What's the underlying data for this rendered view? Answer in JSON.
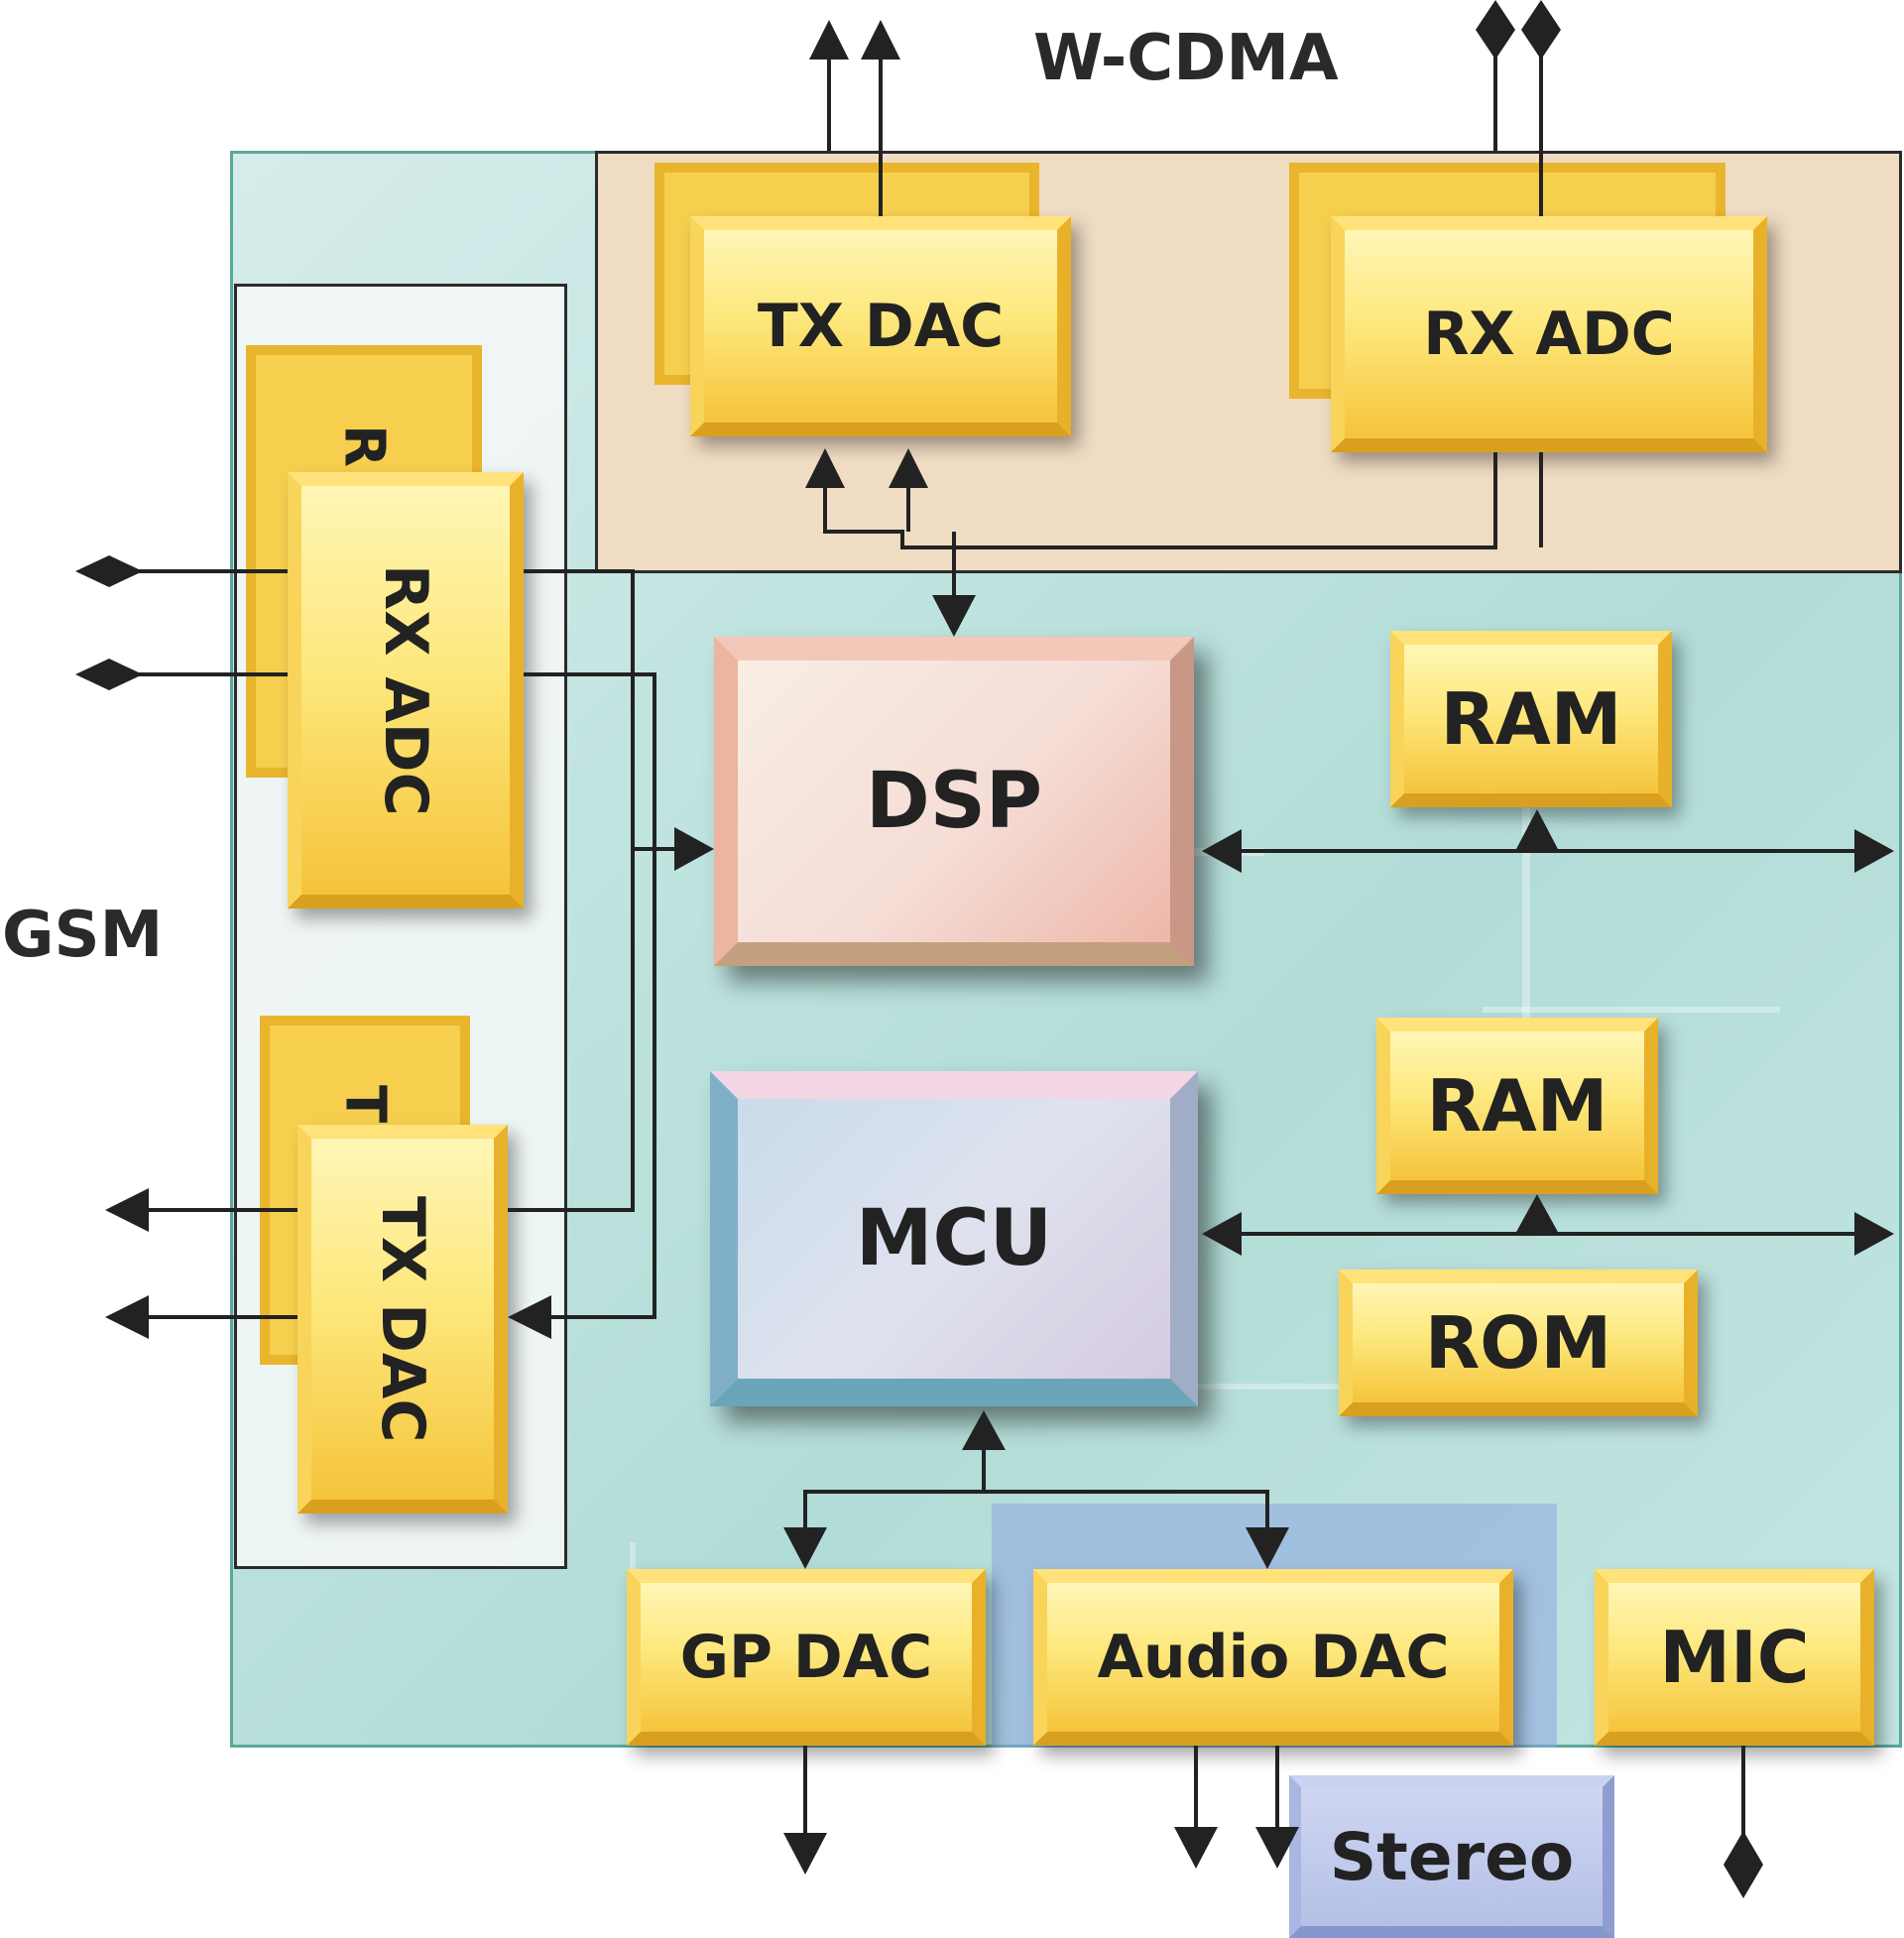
{
  "labels": {
    "wcdma": "W-CDMA",
    "gsm": "GSM"
  },
  "wcdma_blocks": {
    "tx_dac": "TX DAC",
    "rx_adc": "RX ADC"
  },
  "gsm_blocks": {
    "rx_adc": "RX ADC",
    "rx_adc_back_partial": "R",
    "tx_dac": "TX DAC",
    "tx_dac_back_partial": "T"
  },
  "core_blocks": {
    "dsp": "DSP",
    "mcu": "MCU",
    "ram_top": "RAM",
    "ram_bottom": "RAM",
    "rom": "ROM"
  },
  "io_blocks": {
    "gp_dac": "GP DAC",
    "audio_dac": "Audio DAC",
    "mic": "MIC",
    "stereo": "Stereo"
  },
  "colors": {
    "block_yellow": "#f9d45a",
    "wcdma_area": "#f0dcc3",
    "main_area": "#bfe3df",
    "gsm_area": "#f2f6f6",
    "audio_panel": "#8ca5e1",
    "line": "#222222"
  }
}
